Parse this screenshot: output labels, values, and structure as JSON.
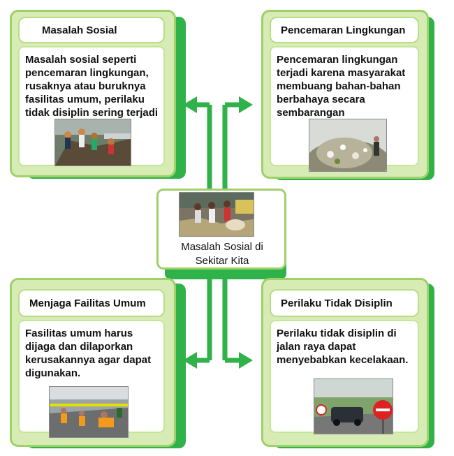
{
  "center": {
    "line1": "Masalah Sosial di",
    "line2": "Sekitar Kita",
    "photo_icon": "children-scavenging-photo"
  },
  "cards": {
    "top_left": {
      "title": "Masalah Sosial",
      "text": "Masalah sosial seperti pencemaran lingkungan, rusaknya atau buruknya fasilitas umum, perilaku tidak disiplin sering terjadi",
      "photo_icon": "road-damage-photo"
    },
    "top_right": {
      "title": "Pencemaran Lingkungan",
      "text": "Pencemaran lingkungan terjadi karena masyarakat membuang bahan-bahan berbahaya secara sembarangan",
      "photo_icon": "garbage-pile-photo"
    },
    "bottom_left": {
      "title": "Menjaga Failitas Umum",
      "text": "Fasilitas umum harus dijaga dan dilaporkan kerusakannya agar dapat digunakan.",
      "photo_icon": "workers-cleaning-photo"
    },
    "bottom_right": {
      "title": "Perilaku Tidak Disiplin",
      "text": "Perilaku tidak disiplin di jalan raya dapat menyebabkan kecelakaan.",
      "photo_icon": "traffic-sign-photo"
    }
  },
  "colors": {
    "green_dark": "#2fb24a",
    "green_light": "#d6ecb4",
    "green_border": "#9fd06a"
  }
}
